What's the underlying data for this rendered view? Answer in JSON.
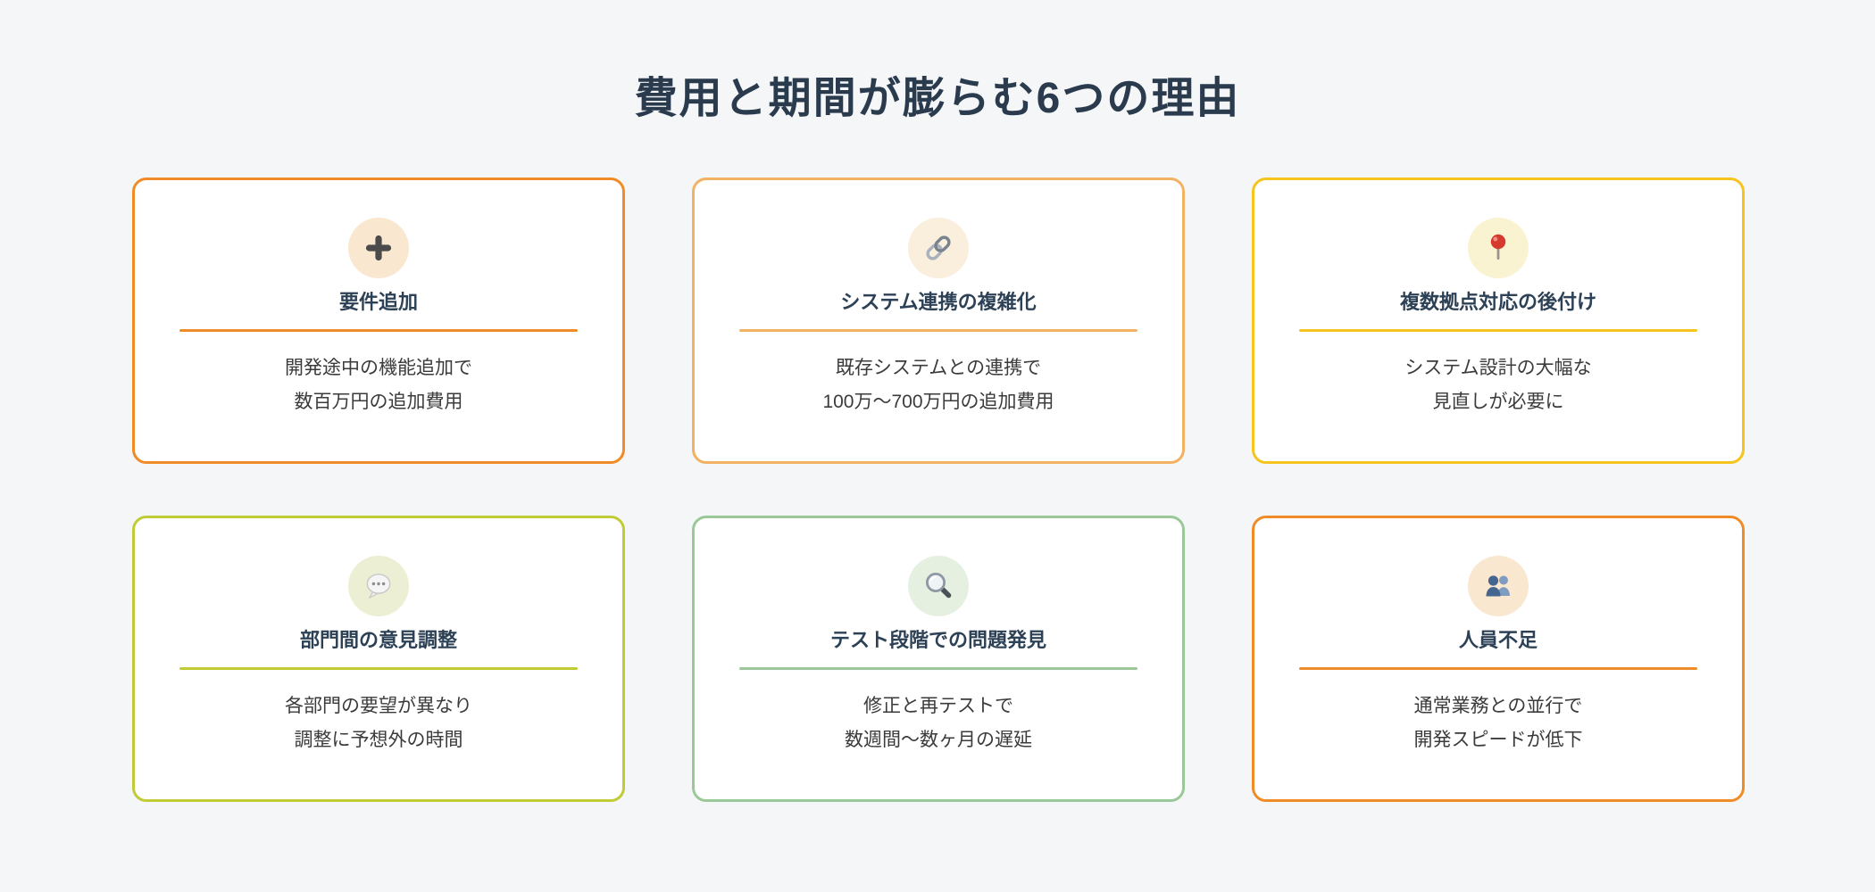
{
  "page": {
    "background_color": "#f5f6f8",
    "title": "費用と期間が膨らむ6つの理由",
    "title_color": "#2b3b4e"
  },
  "cards": [
    {
      "icon": "plus-icon",
      "accent": "#f08c28",
      "badge_bg": "#fae7d0",
      "title": "要件追加",
      "line1": "開発途中の機能追加で",
      "line2": "数百万円の追加費用"
    },
    {
      "icon": "link-icon",
      "accent": "#f2b263",
      "badge_bg": "#faeedd",
      "title": "システム連携の複雑化",
      "line1": "既存システムとの連携で",
      "line2": "100万〜700万円の追加費用"
    },
    {
      "icon": "pushpin-icon",
      "accent": "#f6c41e",
      "badge_bg": "#faf3d2",
      "title": "複数拠点対応の後付け",
      "line1": "システム設計の大幅な",
      "line2": "見直しが必要に"
    },
    {
      "icon": "speech-balloon-icon",
      "accent": "#c0cb35",
      "badge_bg": "#edefd4",
      "title": "部門間の意見調整",
      "line1": "各部門の要望が異なり",
      "line2": "調整に予想外の時間"
    },
    {
      "icon": "magnifier-icon",
      "accent": "#9bc898",
      "badge_bg": "#e5f0e1",
      "title": "テスト段階での問題発見",
      "line1": "修正と再テストで",
      "line2": "数週間〜数ヶ月の遅延"
    },
    {
      "icon": "people-icon",
      "accent": "#f08c28",
      "badge_bg": "#fae7d0",
      "title": "人員不足",
      "line1": "通常業務との並行で",
      "line2": "開発スピードが低下"
    }
  ]
}
